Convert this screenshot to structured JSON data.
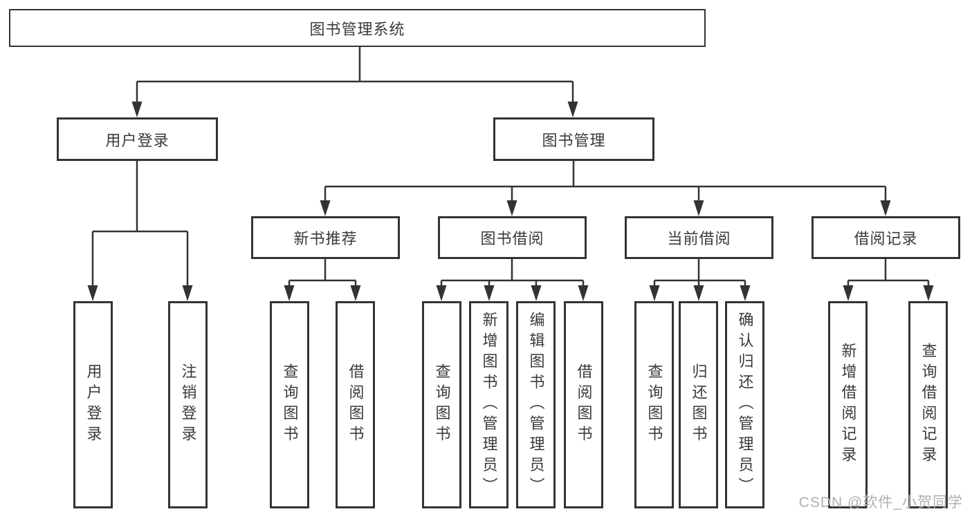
{
  "diagram_title": "图书管理系统",
  "nodes": {
    "root": {
      "label": "图书管理系统"
    },
    "level2": [
      {
        "label": "用户登录",
        "parent": "图书管理系统"
      },
      {
        "label": "图书管理",
        "parent": "图书管理系统"
      }
    ],
    "level3": [
      {
        "label": "新书推荐",
        "parent": "图书管理"
      },
      {
        "label": "图书借阅",
        "parent": "图书管理"
      },
      {
        "label": "当前借阅",
        "parent": "图书管理"
      },
      {
        "label": "借阅记录",
        "parent": "图书管理"
      }
    ],
    "leaves": [
      {
        "label": "用户登录",
        "parent": "用户登录"
      },
      {
        "label": "注销登录",
        "parent": "用户登录"
      },
      {
        "label": "查询图书",
        "parent": "新书推荐"
      },
      {
        "label": "借阅图书",
        "parent": "新书推荐"
      },
      {
        "label": "查询图书",
        "parent": "图书借阅"
      },
      {
        "label": "新增图书（管理员）",
        "parent": "图书借阅"
      },
      {
        "label": "编辑图书（管理员）",
        "parent": "图书借阅"
      },
      {
        "label": "借阅图书",
        "parent": "图书借阅"
      },
      {
        "label": "查询图书",
        "parent": "当前借阅"
      },
      {
        "label": "归还图书",
        "parent": "当前借阅"
      },
      {
        "label": "确认归还（管理员）",
        "parent": "当前借阅"
      },
      {
        "label": "新增借阅记录",
        "parent": "借阅记录"
      },
      {
        "label": "查询借阅记录",
        "parent": "借阅记录"
      }
    ]
  },
  "watermark": {
    "text": "CSDN @软件_小贺同学"
  },
  "colors": {
    "line": "#333333",
    "box_border": "#333333",
    "text": "#3a3a3a",
    "watermark": "#b0b0b0",
    "background": "#ffffff"
  }
}
